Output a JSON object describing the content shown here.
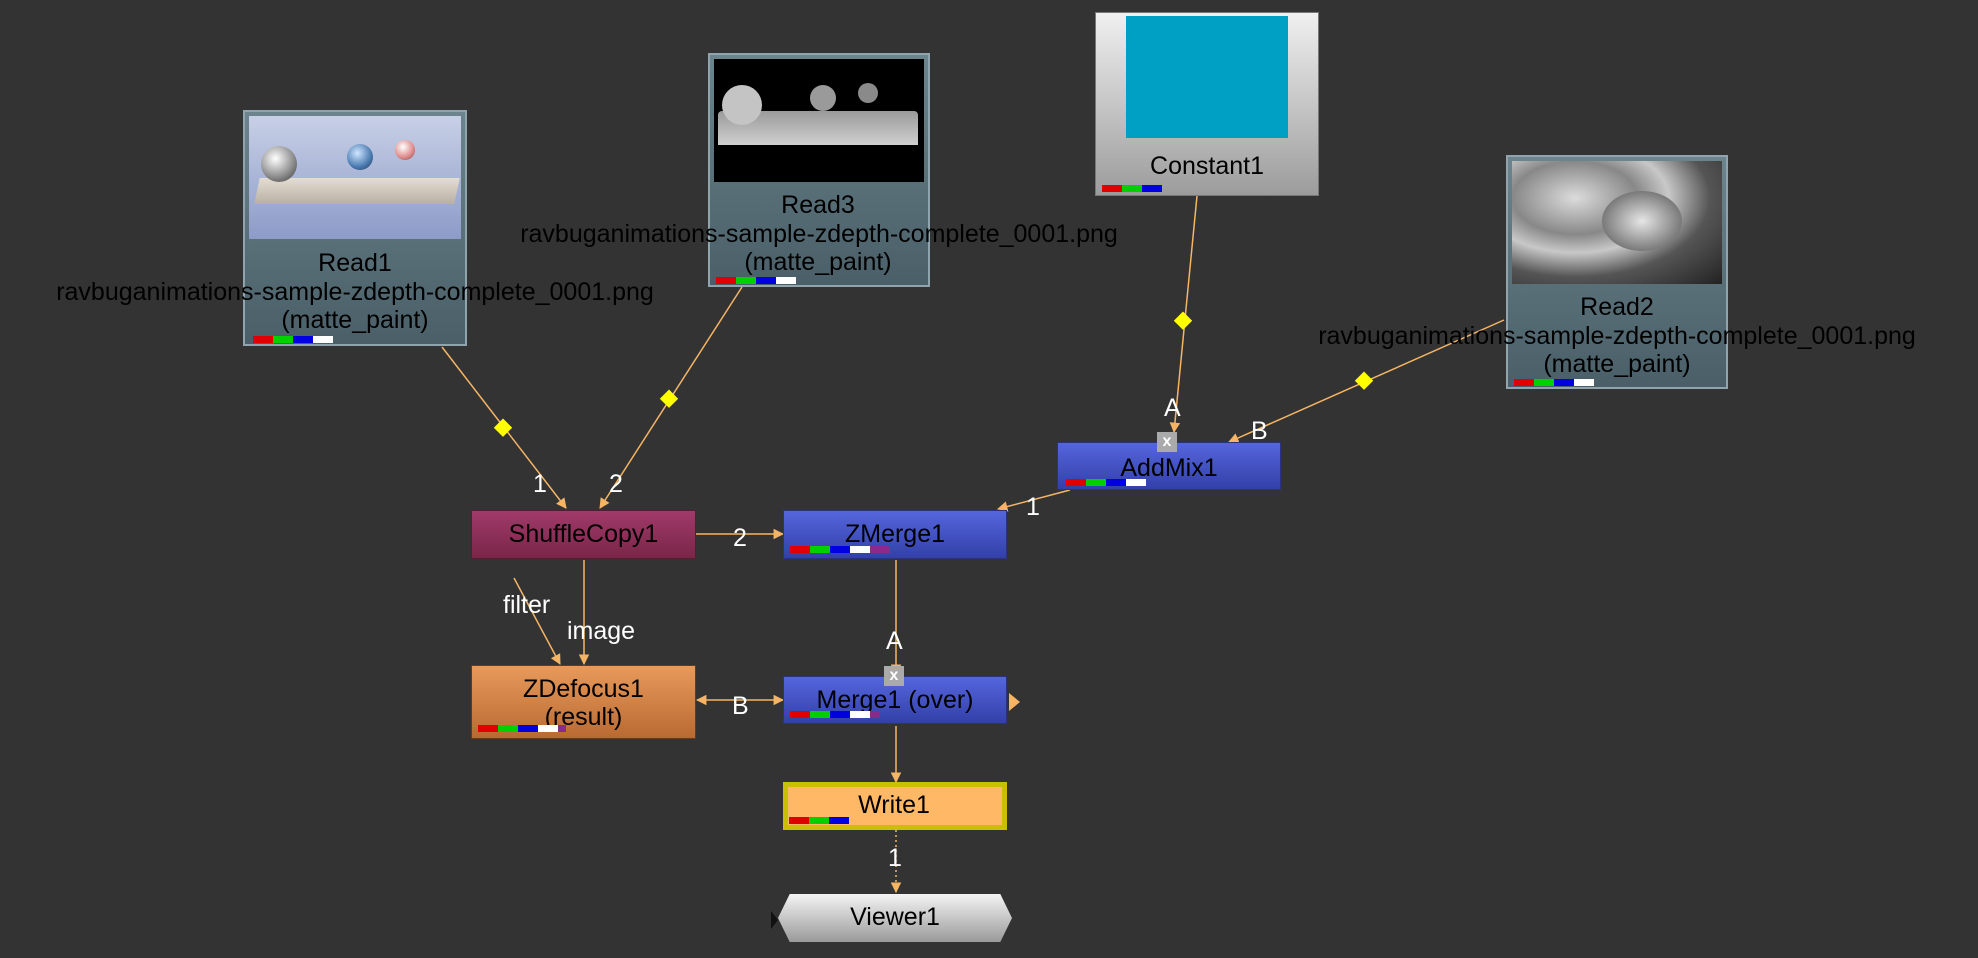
{
  "nodes": {
    "read1": {
      "title": "Read1",
      "file": "ravbuganimations-sample-zdepth-complete_0001.png",
      "note": "(matte_paint)"
    },
    "read3": {
      "title": "Read3",
      "file": "ravbuganimations-sample-zdepth-complete_0001.png",
      "note": "(matte_paint)"
    },
    "read2": {
      "title": "Read2",
      "file": "ravbuganimations-sample-zdepth-complete_0001.png",
      "note": "(matte_paint)"
    },
    "constant1": {
      "title": "Constant1"
    },
    "addmix1": {
      "title": "AddMix1"
    },
    "shufflecopy1": {
      "title": "ShuffleCopy1"
    },
    "zmerge1": {
      "title": "ZMerge1"
    },
    "zdefocus1": {
      "title": "ZDefocus1",
      "note": "(result)"
    },
    "merge1": {
      "title": "Merge1 (over)"
    },
    "write1": {
      "title": "Write1"
    },
    "viewer1": {
      "title": "Viewer1"
    }
  },
  "edge_labels": {
    "shuffle_in1": "1",
    "shuffle_in2": "2",
    "zmerge_in2": "2",
    "zmerge_in1": "1",
    "addmix_a": "A",
    "addmix_b": "B",
    "filter": "filter",
    "image": "image",
    "merge_a": "A",
    "merge_b": "B",
    "viewer_in": "1"
  },
  "colors": {
    "background": "#333333",
    "edge": "#f5b565",
    "dot": "#ffff00",
    "constant_color": "#009fc4",
    "shufflecopy": "#8a2e55",
    "zdefocus": "#cf7a3e",
    "merge_nodes": "#4452c4",
    "write": "#ffb866"
  }
}
